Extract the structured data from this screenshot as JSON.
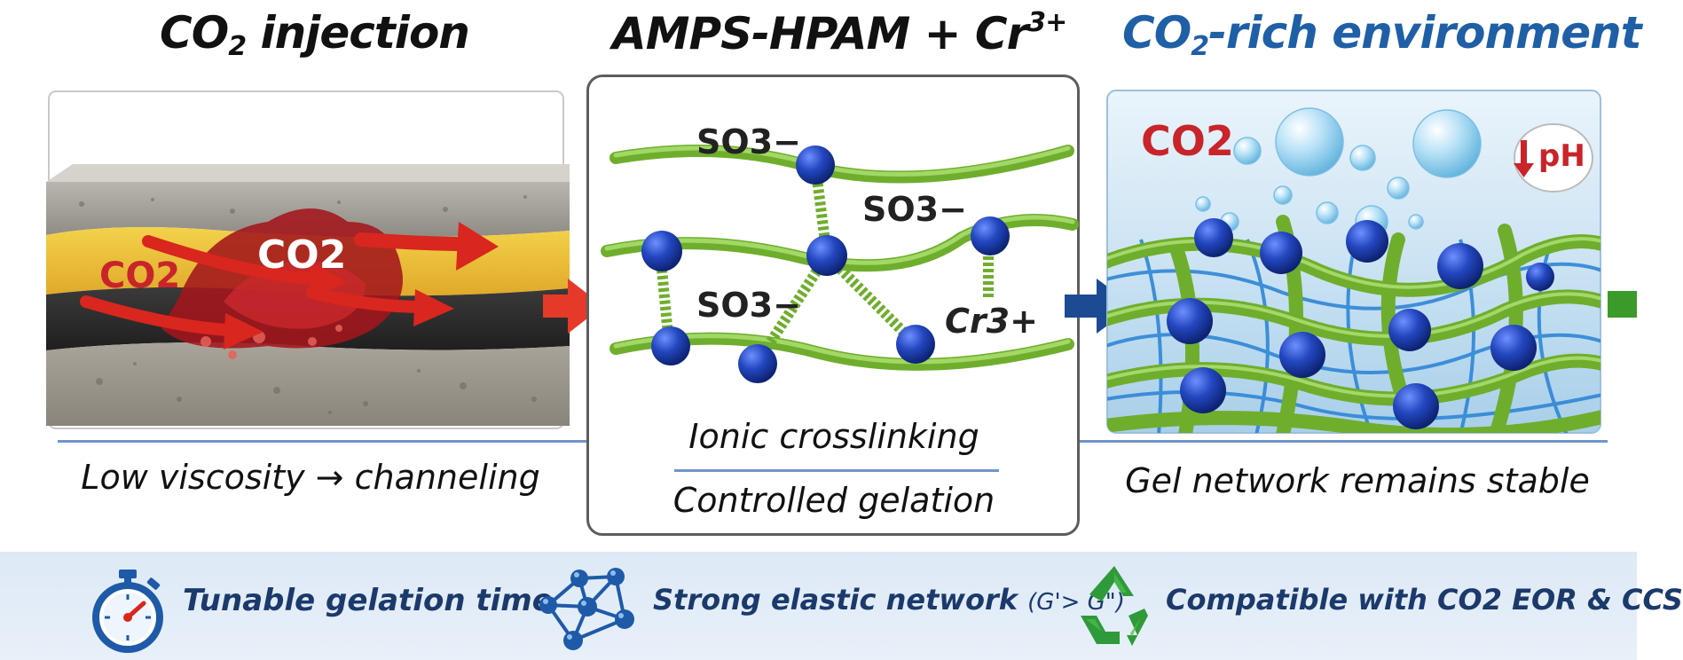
{
  "panels": {
    "left": {
      "title_main": "CO",
      "title_sub": "2",
      "title_rest": " injection",
      "caption": "Low viscosity → channeling",
      "label_co2_a": "CO2",
      "label_co2_b": "CO2"
    },
    "middle": {
      "title_main": "AMPS-HPAM + Cr",
      "title_sup": "3+",
      "so3_label": "SO3−",
      "cr_label": "Cr3+",
      "caption_top": "Ionic crosslinking",
      "caption_bottom": "Controlled gelation"
    },
    "right": {
      "title_main": "CO",
      "title_sub": "2",
      "title_rest": "-rich environment",
      "co2_label": "CO2",
      "ph_label": "pH",
      "caption": "Gel network remains stable"
    }
  },
  "features": [
    {
      "icon": "stopwatch-icon",
      "label": "Tunable gelation time"
    },
    {
      "icon": "network-molecule-icon",
      "label": "Strong elastic network",
      "sublabel": "(G'> G\")"
    },
    {
      "icon": "recycle-icon",
      "label": "Compatible with CO2 EOR & CCS"
    }
  ],
  "colors": {
    "blue_title": "#1f5fa6",
    "co2_red": "#c8242a",
    "gel_green": "#7ab83a",
    "node_blue": "#1f3ea0",
    "arrow_red": "#e53a2a",
    "arrow_blue": "#1d4b93"
  }
}
